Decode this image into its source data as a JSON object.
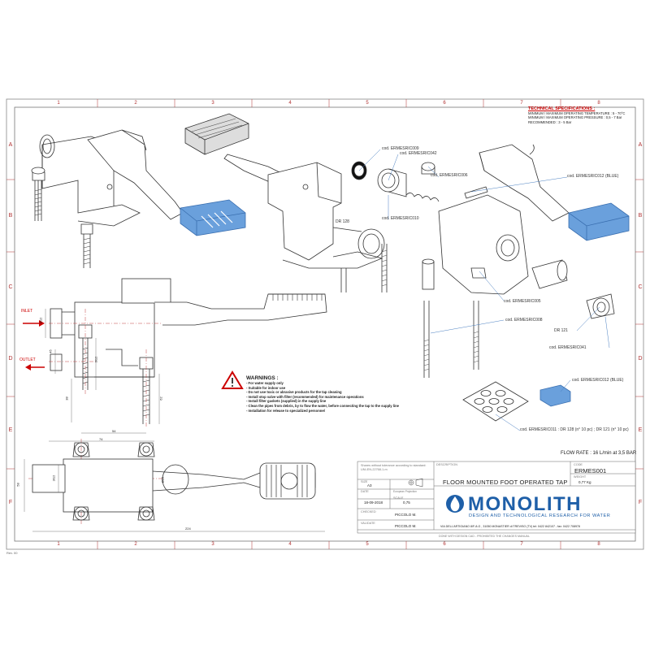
{
  "grid": {
    "columns": [
      "1",
      "2",
      "3",
      "4",
      "5",
      "6",
      "7",
      "8"
    ],
    "rows": [
      "A",
      "B",
      "C",
      "D",
      "E",
      "F"
    ]
  },
  "specs": {
    "title": "TECHNICAL SPECIFICATIONS :",
    "lines": [
      "MINIMUM / MAXIMUM OPERATING TEMPERATURE : 5 - 70°C",
      "MINIMUM / MAXIMUM OPERATING PRESSURE : 0,5 - 7 Bar",
      "RECOMMENDED : 3 - 5 Bar"
    ]
  },
  "callouts": {
    "c1": "cod. ERMESRIC009",
    "c2": "cod. ERMESRIC042",
    "c3": "cod. ERMESRIC006",
    "c4": "cod. ERMESRIC012 (BLUE)",
    "c5": "DR 128",
    "c6": "cod. ERMESRIC010",
    "c7": "cod. ERMESRIC005",
    "c8": "cod. ERMESRIC008",
    "c9": "DR 121",
    "c10": "cod. ERMESRIC041",
    "c11": "cod. ERMESRIC012 (BLUE)",
    "c12": "cod. ERMESRIC011 : DR 128 (n° 10 pc) ; DR 121 (n° 10 pc)"
  },
  "side_view": {
    "inlet": "INLET",
    "outlet": "OUTLET",
    "dims": [
      "3/12",
      "3/12",
      "45",
      "38",
      "62"
    ]
  },
  "top_view": {
    "dims": [
      "54",
      "74",
      "58",
      "3/12",
      "Ø26",
      "224"
    ]
  },
  "warnings": {
    "title": "WARNINGS :",
    "lines": [
      "- For water supply only",
      "- Suitable for indoor use",
      "- Do not use toxic or abrasive products for the tap cleaning",
      "- Install stop valve with filter (recommended) for maintenance operations",
      "- Install filter gaskets (supplied) in the supply line",
      "- Clean the pipes from debris, by to flow the water, before connecting the tap to the supply line",
      "- Installation for release to specialized personnel"
    ]
  },
  "flow_rate": "FLOW RATE : 16 L/min at 3,5 BAR",
  "title_block": {
    "tolerance_note": "Shares without tolerance according to standard: UNI-EN-22768-1-m",
    "description_label": "DESCRIPTION",
    "description": "FLOOR MOUNTED FOOT OPERATED TAP",
    "code_label": "CODE",
    "code": "ERMES001",
    "weight_label": "WEIGHT",
    "weight": "0,77 Kg",
    "size_label": "SIZE",
    "size": "A3",
    "projection_label": "European Projection",
    "date_label": "DATE",
    "date": "18-09-2018",
    "scale_label": "SCALE",
    "scale": "0,75",
    "checked_label": "CHECKED",
    "checked": "PICCOLO M.",
    "validate_label": "VALIDATE",
    "validate": "PICCOLO M.",
    "address": "VIA DELL'ARTIGIANO 8/F-8-G , 31050 MONASTIER di TREVISO (TV) tel: 0422 842107 - fax: 0422 708978",
    "cad_note": "DONE WITH DESIGN CAD - PROHIBITED THE CHANGES MANUAL"
  },
  "logo": {
    "name": "MONOLITH",
    "tagline": "DESIGN AND TECHNOLOGICAL RESEARCH FOR WATER"
  },
  "revision": "Rev. 00",
  "colors": {
    "border_red": "#b03030",
    "pedal_blue": "#6aa0dc",
    "brand_blue": "#1e5fa8",
    "warning_red": "#c00000"
  }
}
